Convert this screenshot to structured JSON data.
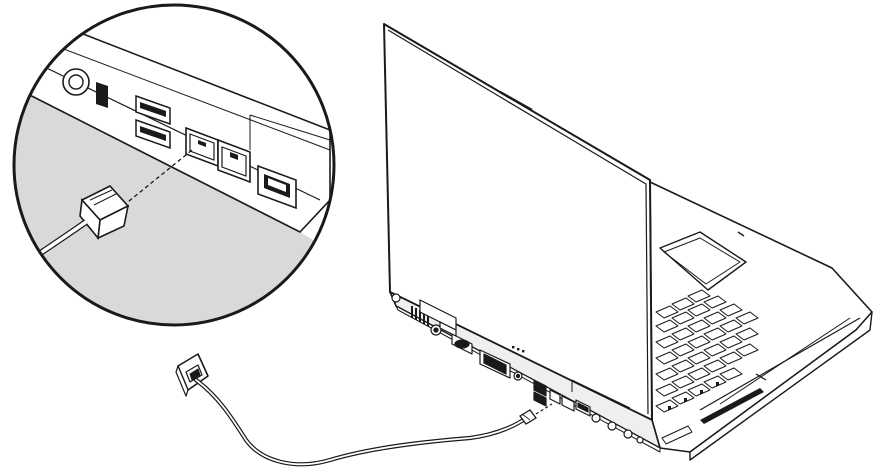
{
  "colors": {
    "stroke": "#1a1a1a",
    "background": "#ffffff",
    "zoom_fill": "#d9d9d9",
    "edge_fill": "#efefef",
    "screen_back": "#ffffff"
  },
  "icons": [
    "laptop",
    "rj11-phone-jack",
    "modem-port",
    "phone-cable",
    "rj11-plug",
    "magnifier-inset"
  ]
}
